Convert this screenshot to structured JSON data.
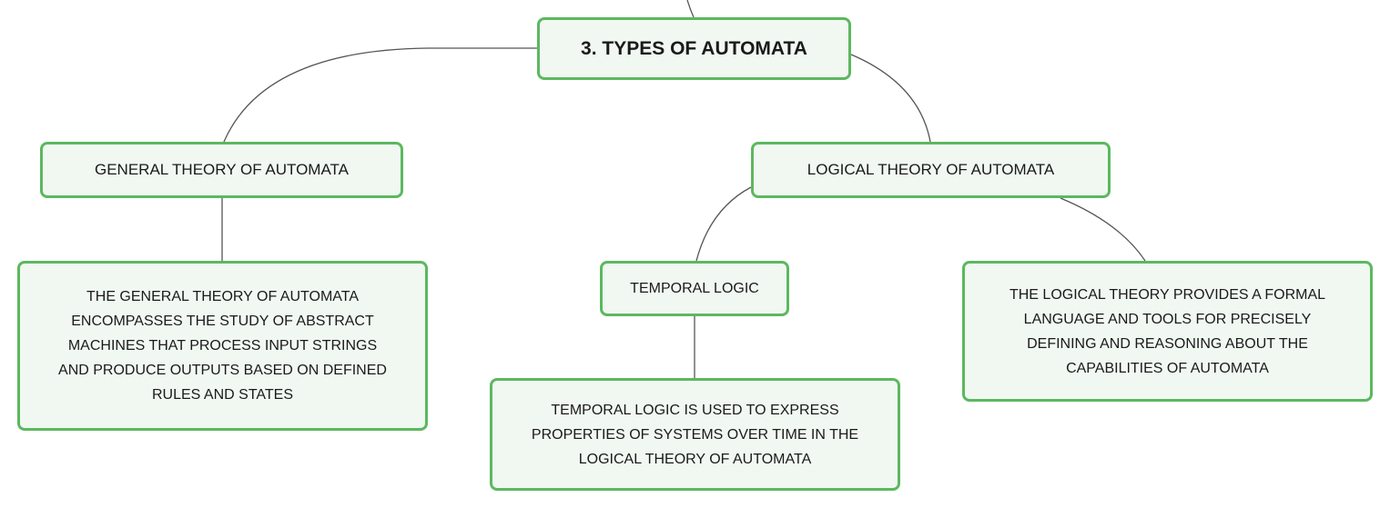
{
  "colors": {
    "node_border": "#5cb85f",
    "node_fill": "#f1f8f2",
    "connector": "#555555",
    "text": "#1a1a1a"
  },
  "nodes": {
    "root": {
      "label": "3. TYPES OF AUTOMATA"
    },
    "general": {
      "label": "GENERAL THEORY OF AUTOMATA"
    },
    "general_desc": {
      "label": "THE GENERAL THEORY OF AUTOMATA ENCOMPASSES THE STUDY OF ABSTRACT MACHINES THAT PROCESS INPUT STRINGS AND PRODUCE OUTPUTS BASED ON DEFINED RULES AND STATES"
    },
    "logical": {
      "label": "LOGICAL THEORY OF AUTOMATA"
    },
    "temporal": {
      "label": "TEMPORAL LOGIC"
    },
    "temporal_desc": {
      "label": "TEMPORAL LOGIC IS USED TO EXPRESS PROPERTIES OF SYSTEMS OVER TIME IN THE LOGICAL THEORY OF AUTOMATA"
    },
    "logical_desc": {
      "label": "THE LOGICAL THEORY PROVIDES A FORMAL LANGUAGE AND TOOLS FOR PRECISELY DEFINING AND REASONING ABOUT THE CAPABILITIES OF AUTOMATA"
    }
  }
}
